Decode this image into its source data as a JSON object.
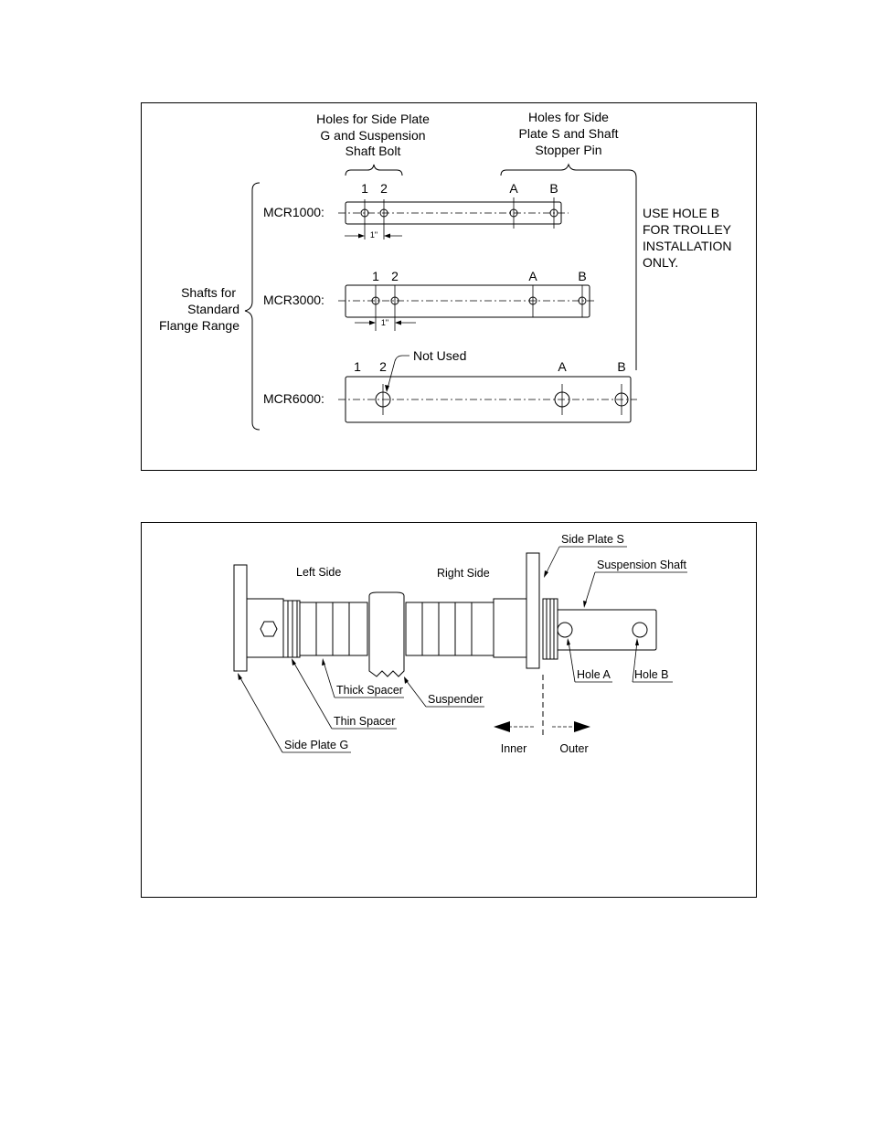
{
  "top": {
    "holes_g_label": [
      "Holes for Side Plate",
      "G and Suspension",
      "Shaft Bolt"
    ],
    "holes_s_label": [
      "Holes for Side",
      "Plate S and Shaft",
      "Stopper Pin"
    ],
    "note_label": [
      "USE HOLE B",
      "FOR TROLLEY",
      "INSTALLATION",
      "ONLY."
    ],
    "group_label": [
      "Shafts for",
      "Standard",
      "Flange Range"
    ],
    "shafts": [
      {
        "name": "MCR1000:",
        "h1": "1",
        "h2": "2",
        "hA": "A",
        "hB": "B",
        "dim": "1\""
      },
      {
        "name": "MCR3000:",
        "h1": "1",
        "h2": "2",
        "hA": "A",
        "hB": "B",
        "dim": "1\""
      },
      {
        "name": "MCR6000:",
        "h1": "1",
        "h2": "2",
        "hA": "A",
        "hB": "B"
      }
    ],
    "not_used_label": "Not Used"
  },
  "bottom": {
    "left_side": "Left Side",
    "right_side": "Right Side",
    "side_plate_s": "Side Plate S",
    "suspension_shaft": "Suspension Shaft",
    "hole_a": "Hole A",
    "hole_b": "Hole B",
    "thick_spacer": "Thick Spacer",
    "suspender": "Suspender",
    "thin_spacer": "Thin Spacer",
    "side_plate_g": "Side Plate G",
    "inner": "Inner",
    "outer": "Outer"
  }
}
